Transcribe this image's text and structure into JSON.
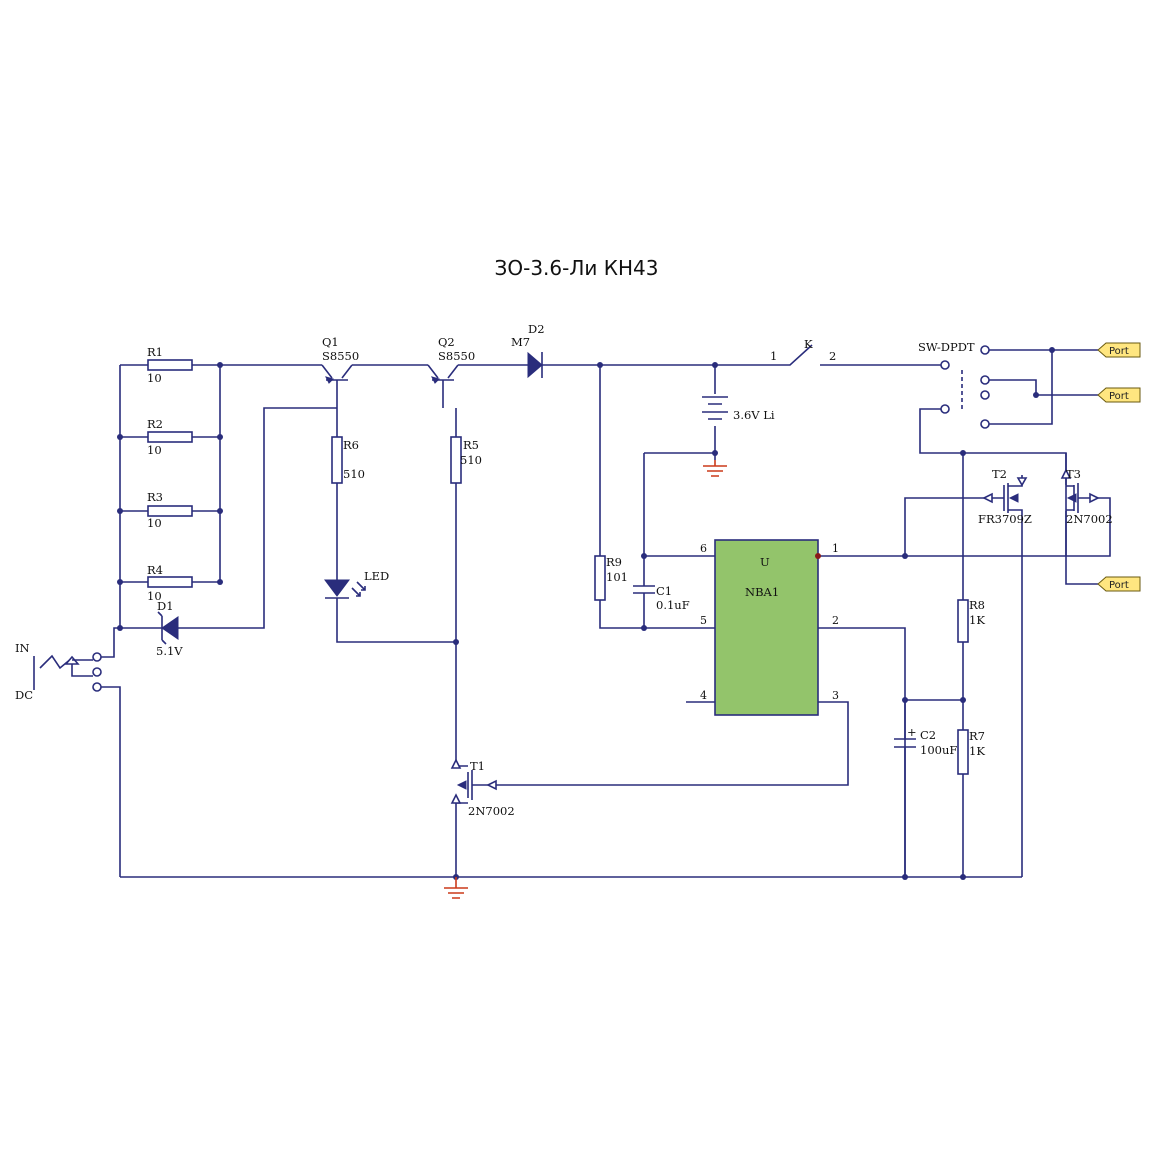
{
  "title": "ЗО-3.6-Ли КН43",
  "colors": {
    "wire": "#2a2d7c",
    "ic_fill": "#93c46b",
    "port_fill": "#ffe680",
    "ground": "#cc3a1a"
  },
  "components": {
    "r1": {
      "ref": "R1",
      "value": "10"
    },
    "r2": {
      "ref": "R2",
      "value": "10"
    },
    "r3": {
      "ref": "R3",
      "value": "10"
    },
    "r4": {
      "ref": "R4",
      "value": "10"
    },
    "d1": {
      "ref": "D1",
      "value": "5.1V"
    },
    "q1": {
      "ref": "Q1",
      "value": "S8550"
    },
    "q2": {
      "ref": "Q2",
      "value": "S8550"
    },
    "d2": {
      "ref": "D2",
      "value": "M7"
    },
    "r6": {
      "ref": "R6",
      "value": "510"
    },
    "r5": {
      "ref": "R5",
      "value": "510"
    },
    "led": {
      "ref": "LED"
    },
    "t1": {
      "ref": "T1",
      "value": "2N7002"
    },
    "k": {
      "ref": "K",
      "pin1": "1",
      "pin2": "2"
    },
    "bat": {
      "value": "3.6V Li"
    },
    "r9": {
      "ref": "R9",
      "value": "101"
    },
    "c1": {
      "ref": "C1",
      "value": "0.1uF"
    },
    "u": {
      "ref": "U",
      "value": "NBA1",
      "pins": [
        "1",
        "2",
        "3",
        "4",
        "5",
        "6"
      ]
    },
    "sw": {
      "ref": "SW-DPDT"
    },
    "t2": {
      "ref": "T2",
      "value": "FR3709Z"
    },
    "t3": {
      "ref": "T3",
      "value": "2N7002"
    },
    "r8": {
      "ref": "R8",
      "value": "1K"
    },
    "r7": {
      "ref": "R7",
      "value": "1K"
    },
    "c2": {
      "ref": "C2",
      "value": "100uF",
      "polarity": "+"
    },
    "jack": {
      "line1": "IN",
      "line2": "DC"
    }
  },
  "ports": [
    "Port",
    "Port",
    "Port"
  ]
}
